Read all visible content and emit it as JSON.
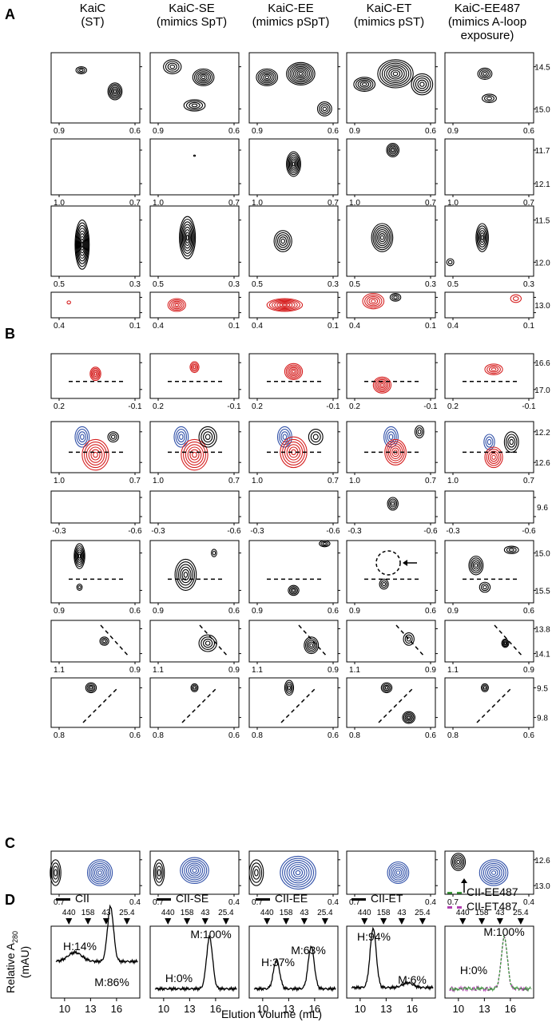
{
  "panels": {
    "A": "A",
    "B": "B",
    "C": "C",
    "D": "D"
  },
  "columns": [
    {
      "line1": "KaiC",
      "line2": "(ST)",
      "line3": ""
    },
    {
      "line1": "KaiC-SE",
      "line2": "(mimics SpT)",
      "line3": ""
    },
    {
      "line1": "KaiC-EE",
      "line2": "(mimics pSpT)",
      "line3": ""
    },
    {
      "line1": "KaiC-ET",
      "line2": "(mimics pST)",
      "line3": ""
    },
    {
      "line1": "KaiC-EE487",
      "line2": "(mimics A-loop",
      "line3": "exposure)"
    }
  ],
  "nmr_rows": [
    {
      "panel": "A",
      "x": [
        "0.9",
        "0.6"
      ],
      "y": [
        "14.5",
        "15.0"
      ]
    },
    {
      "panel": "A",
      "x": [
        "1.0",
        "0.7"
      ],
      "y": [
        "11.7",
        "12.1"
      ]
    },
    {
      "panel": "A",
      "x": [
        "0.5",
        "0.3"
      ],
      "y": [
        "11.5",
        "12.0"
      ]
    },
    {
      "panel": "A",
      "x": [
        "0.4",
        "0.1"
      ],
      "y": [
        "13.0"
      ]
    },
    {
      "panel": "B",
      "x": [
        "0.2",
        "-0.1"
      ],
      "y": [
        "16.6",
        "17.0"
      ]
    },
    {
      "panel": "B",
      "x": [
        "1.0",
        "0.7"
      ],
      "y": [
        "12.2",
        "12.6"
      ]
    },
    {
      "panel": "B",
      "x": [
        "-0.3",
        "-0.6"
      ],
      "y": [
        "9.6"
      ]
    },
    {
      "panel": "B",
      "x": [
        "0.9",
        "0.6"
      ],
      "y": [
        "15.0",
        "15.5"
      ]
    },
    {
      "panel": "B",
      "x": [
        "1.1",
        "0.9"
      ],
      "y": [
        "13.8",
        "14.1"
      ]
    },
    {
      "panel": "B",
      "x": [
        "0.8",
        "0.6"
      ],
      "y": [
        "9.5",
        "9.8"
      ]
    },
    {
      "panel": "C",
      "x": [
        "0.7",
        "0.4"
      ],
      "y": [
        "12.6",
        "13.0"
      ]
    }
  ],
  "chart_data": {
    "type": "line",
    "xlabel": "Elution Volume (mL)",
    "ylabel_line1": "Relative A",
    "ylabel_sub": "280",
    "ylabel_line2": "(mAU)",
    "x_ticks": [
      "10",
      "13",
      "16"
    ],
    "size_markers": [
      "440",
      "158",
      "43",
      "25.4"
    ],
    "legend": [
      "CII",
      "CII-SE",
      "CII-EE",
      "CII-ET"
    ],
    "legend_last": [
      "CII-EE487",
      "CII-ET487"
    ],
    "colors": {
      "black": "#000000",
      "green": "#3c9a3c",
      "magenta": "#b040b0"
    },
    "series": [
      {
        "name": "CII",
        "labels": [
          "H:14%",
          "M:86%"
        ],
        "H": 14,
        "M": 86
      },
      {
        "name": "CII-SE",
        "labels": [
          "M:100%",
          "H:0%"
        ],
        "H": 0,
        "M": 100
      },
      {
        "name": "CII-EE",
        "labels": [
          "H:37%",
          "M:63%"
        ],
        "H": 37,
        "M": 63
      },
      {
        "name": "CII-ET",
        "labels": [
          "H:94%",
          "M:6%"
        ],
        "H": 94,
        "M": 6
      },
      {
        "name": "CII-EE487",
        "labels": [
          "M:100%",
          "H:0%"
        ],
        "H": 0,
        "M": 100
      }
    ]
  }
}
